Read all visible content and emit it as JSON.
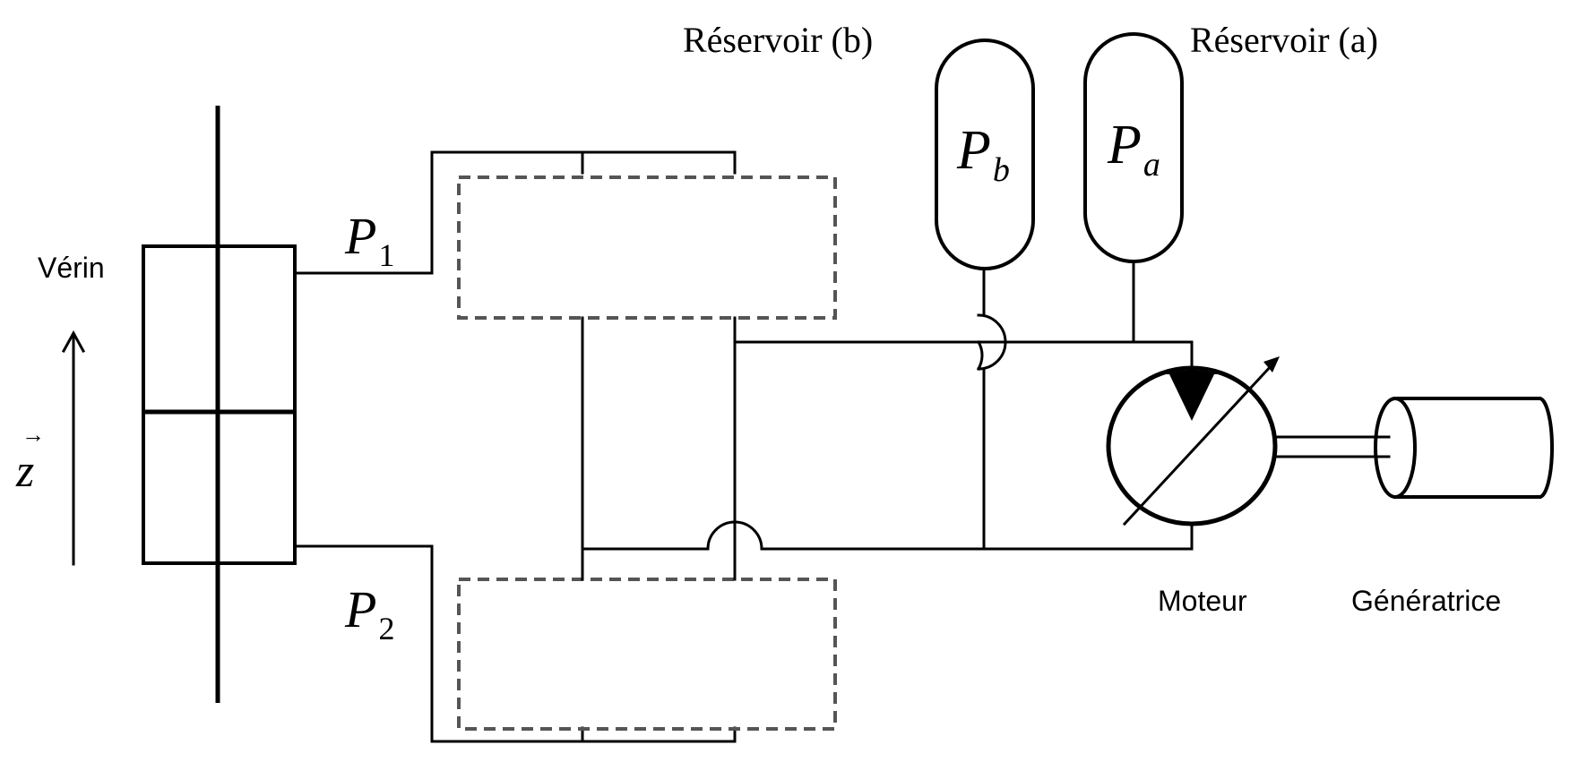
{
  "labels": {
    "reservoir_b": "Réservoir (b)",
    "reservoir_a": "Réservoir (a)",
    "verin": "Vérin",
    "moteur": "Moteur",
    "generatrice": "Génératrice",
    "pressure_b": {
      "main": "P",
      "sub": "b"
    },
    "pressure_a": {
      "main": "P",
      "sub": "a"
    },
    "pressure_1": {
      "main": "P",
      "sub": "1"
    },
    "pressure_2": {
      "main": "P",
      "sub": "2"
    },
    "axis": {
      "main": "z",
      "arrow": "→"
    }
  }
}
